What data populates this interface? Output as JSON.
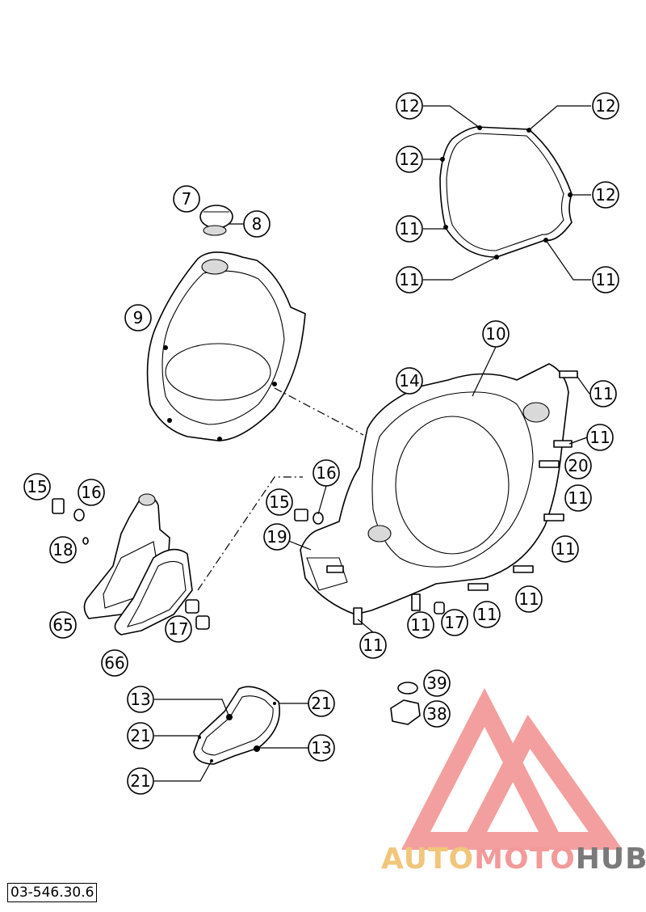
{
  "diagram": {
    "ref_code": "03-546.30.6",
    "watermark": {
      "part1": "AUTO",
      "part2": "MOTO",
      "part3": "HUB"
    },
    "colors": {
      "watermark_red": "#f08080",
      "watermark_gold": "#f1c67b",
      "watermark_gray": "#7a7a7a"
    },
    "callouts": {
      "c12a": "12",
      "c12b": "12",
      "c12c": "12",
      "c12d": "12",
      "c11a": "11",
      "c11b": "11",
      "c11c": "11",
      "c7": "7",
      "c8": "8",
      "c9": "9",
      "c10": "10",
      "c14": "14",
      "c11d": "11",
      "c11e": "11",
      "c20": "20",
      "c11f": "11",
      "c11g": "11",
      "c15a": "15",
      "c16a": "16",
      "c15b": "15",
      "c16b": "16",
      "c19": "19",
      "c18": "18",
      "c65": "65",
      "c66": "66",
      "c17a": "17",
      "c17b": "17",
      "c11h": "11",
      "c11i": "11",
      "c11j": "11",
      "c11k": "11",
      "c39": "39",
      "c38": "38",
      "c13a": "13",
      "c13b": "13",
      "c21a": "21",
      "c21b": "21",
      "c21c": "21"
    }
  }
}
